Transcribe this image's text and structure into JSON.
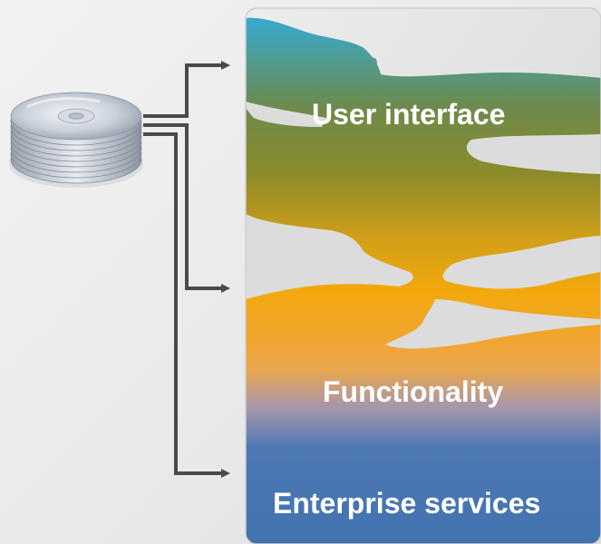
{
  "layers": {
    "user_interface": "User interface",
    "functionality": "Functionality",
    "enterprise_services": "Enterprise services"
  },
  "icons": {
    "source": "disc-stack-icon"
  },
  "colors": {
    "teal": "#3aa7c8",
    "olive": "#8a8a2a",
    "gold": "#f0a510",
    "orange": "#f0a032",
    "lavender": "#9a8fb0",
    "blue": "#4472b0",
    "arrow": "#4a4a4a"
  }
}
